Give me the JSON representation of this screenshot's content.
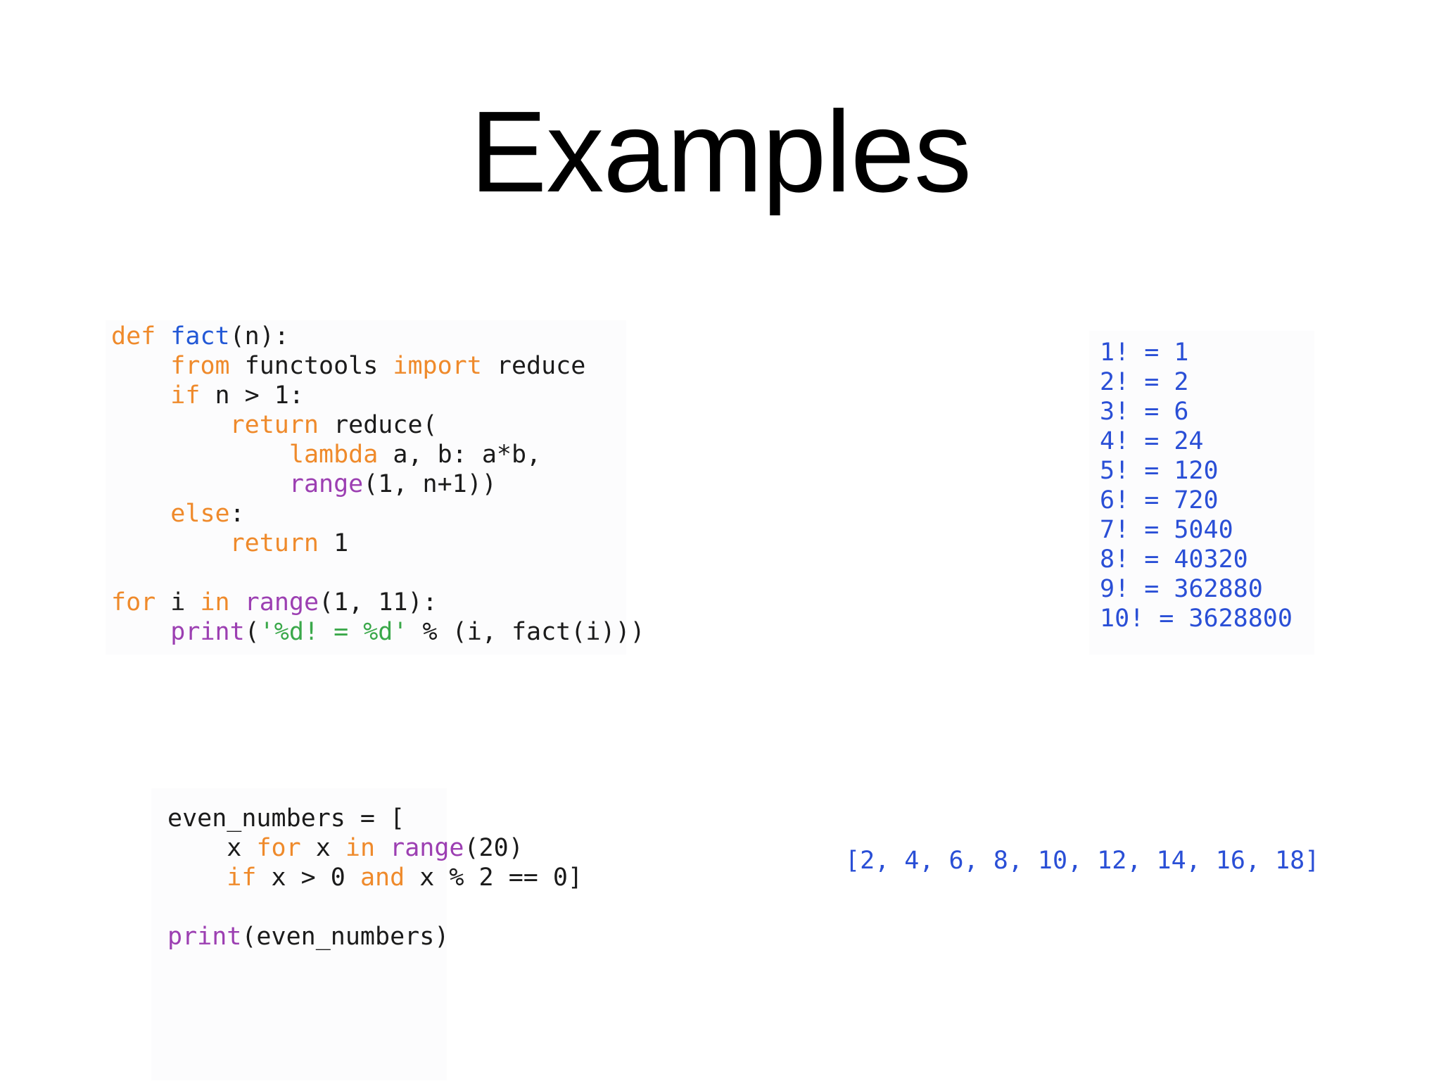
{
  "slide": {
    "title": "Examples"
  },
  "factorial_example": {
    "code": {
      "l1": {
        "kw_def": "def",
        "name": "fact",
        "rest": "(n):"
      },
      "l2": {
        "indent": "    ",
        "kw_from": "from",
        "t1": " functools ",
        "kw_import": "import",
        "t2": " reduce"
      },
      "l3": {
        "indent": "    ",
        "kw_if": "if",
        "t1": " n > 1:"
      },
      "l4": {
        "indent": "        ",
        "kw_return": "return",
        "t1": " reduce("
      },
      "l5": {
        "indent": "            ",
        "kw_lambda": "lambda",
        "t1": " a, b: a*b,"
      },
      "l6": {
        "indent": "            ",
        "bi_range": "range",
        "t1": "(1, n+1))"
      },
      "l7": {
        "indent": "    ",
        "kw_else": "else",
        "t1": ":"
      },
      "l8": {
        "indent": "        ",
        "kw_return": "return",
        "t1": " 1"
      },
      "l9": {
        "kw_for": "for",
        "t1": " i ",
        "kw_in": "in",
        "t2": " ",
        "bi_range": "range",
        "t3": "(1, 11):"
      },
      "l10": {
        "indent": "    ",
        "bi_print": "print",
        "t1": "(",
        "str": "'%d! = %d'",
        "t2": " % (i, fact(i)))"
      }
    },
    "output": [
      "1! = 1",
      "2! = 2",
      "3! = 6",
      "4! = 24",
      "5! = 120",
      "6! = 720",
      "7! = 5040",
      "8! = 40320",
      "9! = 362880",
      "10! = 3628800"
    ]
  },
  "even_numbers_example": {
    "code": {
      "l1": {
        "t1": "even_numbers = ["
      },
      "l2": {
        "indent": "    ",
        "t1": "x ",
        "kw_for": "for",
        "t2": " x ",
        "kw_in": "in",
        "t3": " ",
        "bi_range": "range",
        "t4": "(20)"
      },
      "l3": {
        "indent": "    ",
        "kw_if": "if",
        "t1": " x > 0 ",
        "kw_and": "and",
        "t2": " x % 2 == 0]"
      },
      "l4": {
        "bi_print": "print",
        "t1": "(even_numbers)"
      }
    },
    "output": "[2, 4, 6, 8, 10, 12, 14, 16, 18]"
  },
  "colors": {
    "keyword": "#ef8a2b",
    "function_name": "#2459d6",
    "builtin": "#9c3fb2",
    "string": "#3aa84a",
    "output": "#2a4fd6",
    "text": "#1b1b1b"
  }
}
